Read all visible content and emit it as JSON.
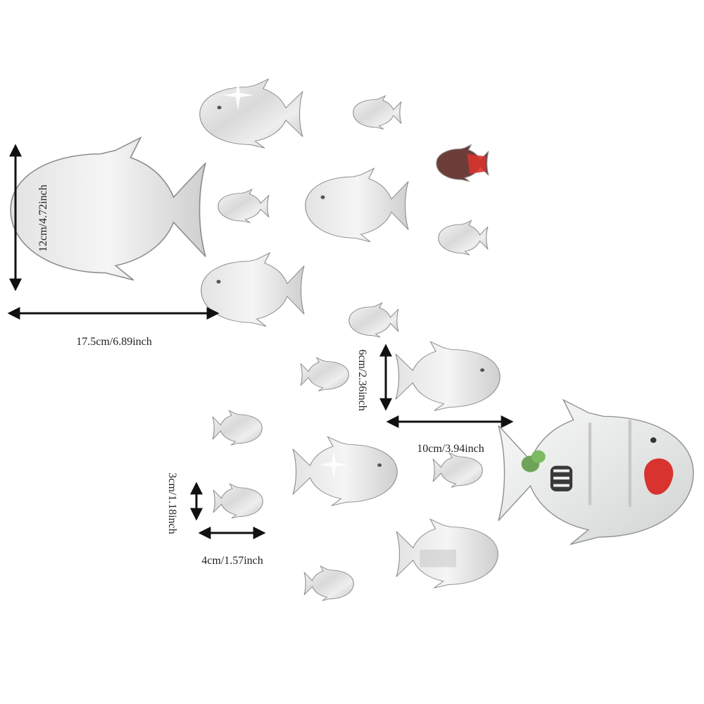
{
  "product_image": {
    "description_type": "fish mirror wall stickers with size guide",
    "colors": {
      "mirror_light": "#f2f2f2",
      "mirror_mid": "#d7d7d7",
      "mirror_dark": "#a9a9a9",
      "outline": "#8e8e8e",
      "arrow": "#111111",
      "accent_red": "#d8332e"
    },
    "dimensions": [
      {
        "name": "large-fish-width",
        "label": "17.5cm/6.89inch",
        "orientation": "horizontal"
      },
      {
        "name": "large-fish-height",
        "label": "12cm/4.72inch",
        "orientation": "vertical"
      },
      {
        "name": "medium-fish-width",
        "label": "10cm/3.94inch",
        "orientation": "horizontal"
      },
      {
        "name": "medium-fish-height",
        "label": "6cm/2.36inch",
        "orientation": "vertical"
      },
      {
        "name": "small-fish-width",
        "label": "4cm/1.57inch",
        "orientation": "horizontal"
      },
      {
        "name": "small-fish-height",
        "label": "3cm/1.18inch",
        "orientation": "vertical"
      }
    ]
  }
}
